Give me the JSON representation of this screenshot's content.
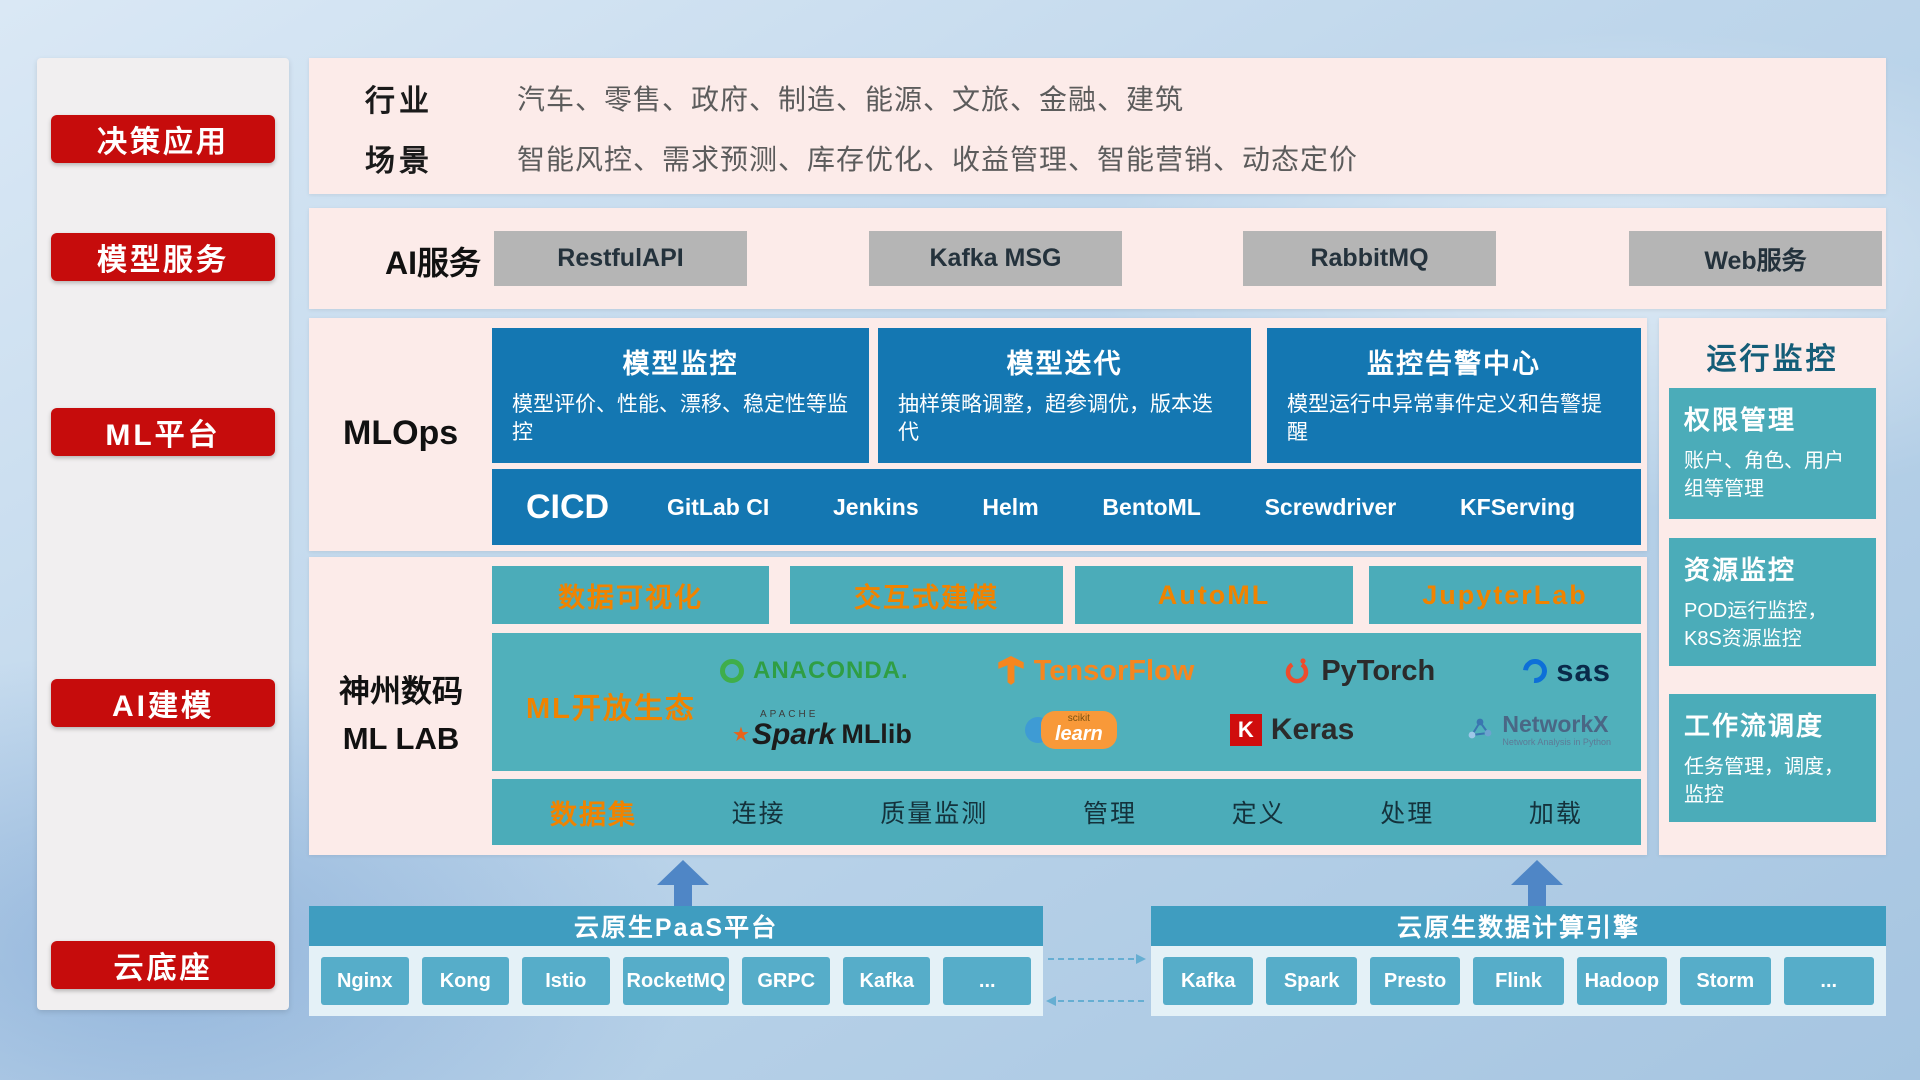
{
  "colors": {
    "accent_red": "#c60c0c",
    "panel_pink": "#fcebe9",
    "card_blue": "#1477b2",
    "teal": "#4bacb9",
    "accent_orange": "#f08300",
    "bar_blue": "#3f9dc0",
    "chip_teal": "#56adc9",
    "gray_button": "#b5b5b5"
  },
  "sidebar": {
    "items": [
      {
        "label": "决策应用"
      },
      {
        "label": "模型服务"
      },
      {
        "label": "ML平台"
      },
      {
        "label": "AI建模"
      },
      {
        "label": "云底座"
      }
    ]
  },
  "industry": {
    "rows": [
      {
        "label": "行业",
        "value": "汽车、零售、政府、制造、能源、文旅、金融、建筑"
      },
      {
        "label": "场景",
        "value": "智能风控、需求预测、库存优化、收益管理、智能营销、动态定价"
      }
    ]
  },
  "ai_service": {
    "label": "AI服务",
    "buttons": [
      {
        "label": "RestfulAPI"
      },
      {
        "label": "Kafka MSG"
      },
      {
        "label": "RabbitMQ"
      },
      {
        "label": "Web服务"
      }
    ]
  },
  "mlops": {
    "label": "MLOps",
    "cards": [
      {
        "title": "模型监控",
        "desc": "模型评价、性能、漂移、稳定性等监控"
      },
      {
        "title": "模型迭代",
        "desc": "抽样策略调整，超参调优，版本迭代"
      },
      {
        "title": "监控告警中心",
        "desc": "模型运行中异常事件定义和告警提醒"
      }
    ],
    "cicd": {
      "title": "CICD",
      "items": [
        {
          "label": "GitLab CI"
        },
        {
          "label": "Jenkins"
        },
        {
          "label": "Helm"
        },
        {
          "label": "BentoML"
        },
        {
          "label": "Screwdriver"
        },
        {
          "label": "KFServing"
        }
      ]
    }
  },
  "mllab": {
    "label_line1": "神州数码",
    "label_line2": "ML LAB",
    "features": [
      {
        "label": "数据可视化"
      },
      {
        "label": "交互式建模"
      },
      {
        "label": "AutoML"
      },
      {
        "label": "JupyterLab"
      }
    ],
    "ecosystem": {
      "title": "ML开放生态",
      "anaconda": "ANACONDA.",
      "tensorflow": "TensorFlow",
      "pytorch": "PyTorch",
      "sas": "sas",
      "spark_prefix": "APACHE",
      "spark": "Spark",
      "mllib": "MLlib",
      "sklearn_prefix": "scikit",
      "sklearn": "learn",
      "keras_initial": "K",
      "keras": "Keras",
      "networkx": "NetworkX",
      "networkx_sub": "Network Analysis in Python"
    },
    "dataset": {
      "title": "数据集",
      "items": [
        {
          "label": "连接"
        },
        {
          "label": "质量监测"
        },
        {
          "label": "管理"
        },
        {
          "label": "定义"
        },
        {
          "label": "处理"
        },
        {
          "label": "加载"
        }
      ]
    }
  },
  "monitor": {
    "title": "运行监控",
    "cards": [
      {
        "title": "权限管理",
        "desc": "账户、角色、用户组等管理"
      },
      {
        "title": "资源监控",
        "desc": "POD运行监控，K8S资源监控"
      },
      {
        "title": "工作流调度",
        "desc": "任务管理，调度，监控"
      }
    ]
  },
  "cloud": {
    "paas": {
      "title": "云原生PaaS平台",
      "items": [
        {
          "label": "Nginx"
        },
        {
          "label": "Kong"
        },
        {
          "label": "Istio"
        },
        {
          "label": "RocketMQ"
        },
        {
          "label": "GRPC"
        },
        {
          "label": "Kafka"
        },
        {
          "label": "..."
        }
      ]
    },
    "engine": {
      "title": "云原生数据计算引擎",
      "items": [
        {
          "label": "Kafka"
        },
        {
          "label": "Spark"
        },
        {
          "label": "Presto"
        },
        {
          "label": "Flink"
        },
        {
          "label": "Hadoop"
        },
        {
          "label": "Storm"
        },
        {
          "label": "..."
        }
      ]
    }
  }
}
